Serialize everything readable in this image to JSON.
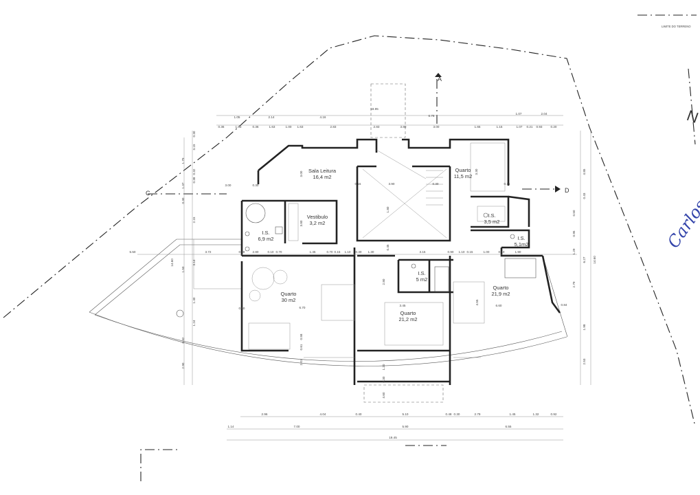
{
  "legend": {
    "limit_label": "LIMITE DO TERRENO"
  },
  "rooms": {
    "sala": {
      "name": "Sala Leitura",
      "area": "16,4 m2"
    },
    "quarto_ne": {
      "name": "Quarto",
      "area": "11,5 m2"
    },
    "vestibulo": {
      "name": "Vestibulo",
      "area": "3,2 m2"
    },
    "is_left": {
      "name": "I.S.",
      "area": "6,9 m2"
    },
    "is_ne": {
      "name": "I.S.",
      "area": "3,5 m2"
    },
    "is_e": {
      "name": "I.S.",
      "area": "5,1m2"
    },
    "is_mid": {
      "name": "I.S.",
      "area": "5 m2"
    },
    "quarto_w": {
      "name": "Quarto",
      "area": "30 m2"
    },
    "quarto_m": {
      "name": "Quarto",
      "area": "21,2 m2"
    },
    "quarto_e": {
      "name": "Quarto",
      "area": "21,9 m2"
    }
  },
  "sections": {
    "a": "A",
    "c": "C",
    "d": "D"
  },
  "north": "N",
  "annotation": "Carlos",
  "dims": {
    "top1": [
      "1.05",
      "2.14",
      "4.16",
      "18.95",
      "6.78",
      "1.07",
      "2.04"
    ],
    "top2": [
      "0.36",
      "1.63",
      "0.36",
      "1.63",
      "1.00",
      "1.63",
      "2.83",
      "2.83",
      "3.80",
      "3.00",
      "1.65",
      "1.15",
      "1.07",
      "0.21",
      "0.93",
      "0.20"
    ],
    "bottom1": [
      "2.96",
      "4.04",
      "0.40",
      "5.10",
      "0.48",
      "0.30",
      "2.79",
      "1.45",
      "1.32",
      "0.92"
    ],
    "bottom2": [
      "1.14",
      "7.00",
      "5.90",
      "6.55"
    ],
    "bottom3": [
      "19.45"
    ],
    "mid": [
      "5.50",
      "3.72",
      "0.38",
      "2.80",
      "0.10",
      "0.70",
      "1.45",
      "0.70",
      "0.15",
      "1.10",
      "0.30",
      "1.30",
      "3.15",
      "0.90",
      "1.10",
      "0.15",
      "1.00",
      "0.10",
      "1.90",
      "0.84"
    ],
    "inner": [
      "3.00",
      "0.30",
      "3.00",
      "0.15",
      "3.90",
      "0.30",
      "3.30",
      "0.15",
      "1.80",
      "3.80",
      "0.45",
      "0.60",
      "0.58",
      "6.70",
      "3.45",
      "4.55",
      "6.60",
      "2.80",
      "2.01",
      "0.61",
      "1.20",
      "0.30",
      "4.60"
    ],
    "left": [
      "0.30",
      "3.15",
      "1.79",
      "0.32",
      "0.38",
      "1.37",
      "0.30",
      "2.15",
      "3.14",
      "1.50",
      "14.60",
      "1.40",
      "1.24",
      "0.42",
      "2.90"
    ],
    "right": [
      "4.85",
      "0.43",
      "0.50",
      "0.95",
      "1.29",
      "6.27",
      "2.79",
      "1.98",
      "2.53",
      "14.60"
    ]
  }
}
